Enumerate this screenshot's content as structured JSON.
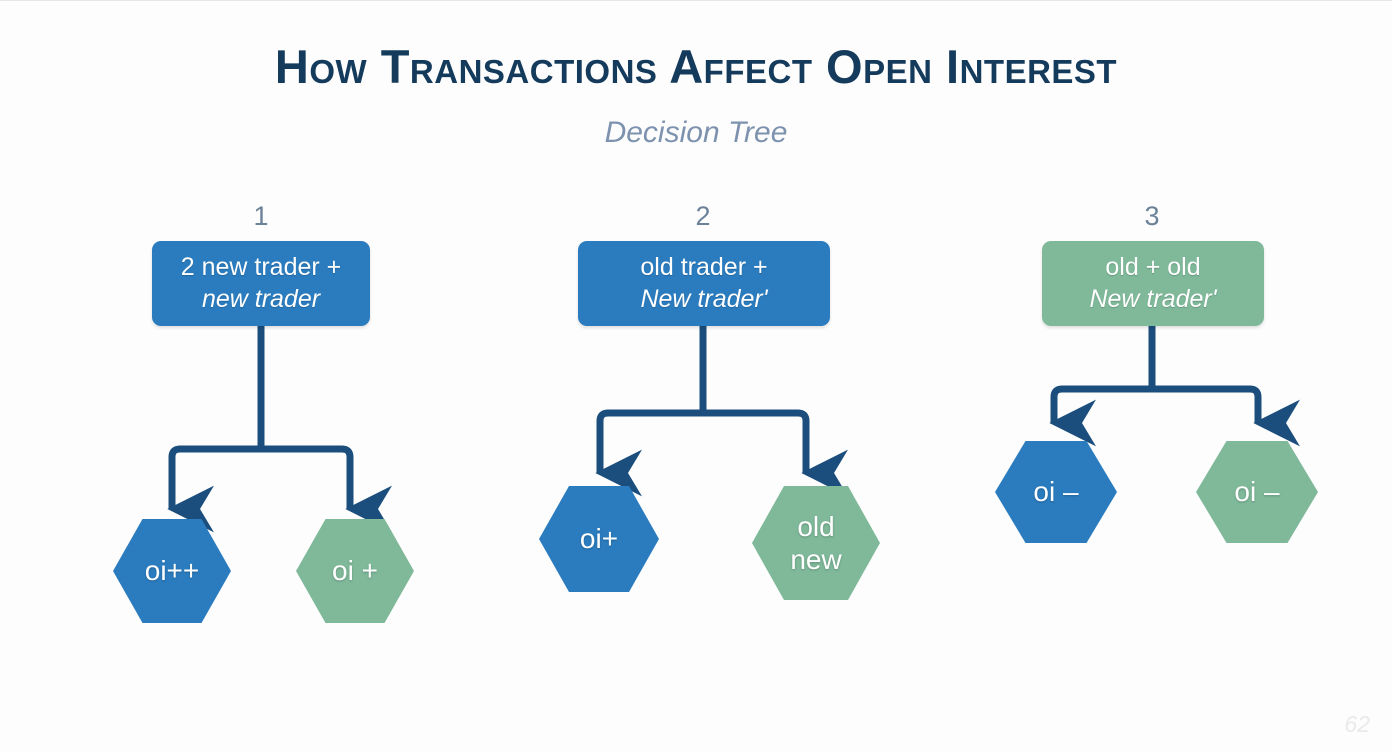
{
  "header": {
    "title": "How Transactions Affect Open Interest",
    "subtitle": "Decision Tree"
  },
  "colors": {
    "background": "#fdfdfd",
    "title": "#143a5c",
    "subtitle": "#7d92ae",
    "number": "#6b8299",
    "blue": "#2b7cbf",
    "green": "#7fb99a",
    "connector": "#1b4e7d",
    "node_text": "#ffffff"
  },
  "watermark": "62",
  "diagram": {
    "type": "decision-tree",
    "columns": [
      {
        "number": "1",
        "root": {
          "line1": "2 new trader +",
          "line2": "new trader",
          "color": "#2b7cbf",
          "shape": "rounded-rect"
        },
        "children": [
          {
            "label": "oi++",
            "label2": "",
            "color": "#2b7cbf",
            "shape": "hexagon"
          },
          {
            "label": "oi +",
            "label2": "",
            "color": "#7fb99a",
            "shape": "hexagon"
          }
        ]
      },
      {
        "number": "2",
        "root": {
          "line1": "old trader +",
          "line2": "New trader'",
          "color": "#2b7cbf",
          "shape": "rounded-rect"
        },
        "children": [
          {
            "label": "oi+",
            "label2": "",
            "color": "#2b7cbf",
            "shape": "hexagon"
          },
          {
            "label": "old",
            "label2": "new",
            "color": "#7fb99a",
            "shape": "hexagon"
          }
        ]
      },
      {
        "number": "3",
        "root": {
          "line1": "old + old",
          "line2": "New trader'",
          "color": "#7fb99a",
          "shape": "rounded-rect"
        },
        "children": [
          {
            "label": "oi –",
            "label2": "",
            "color": "#2b7cbf",
            "shape": "hexagon"
          },
          {
            "label": "oi –",
            "label2": "",
            "color": "#7fb99a",
            "shape": "hexagon"
          }
        ]
      }
    ]
  }
}
